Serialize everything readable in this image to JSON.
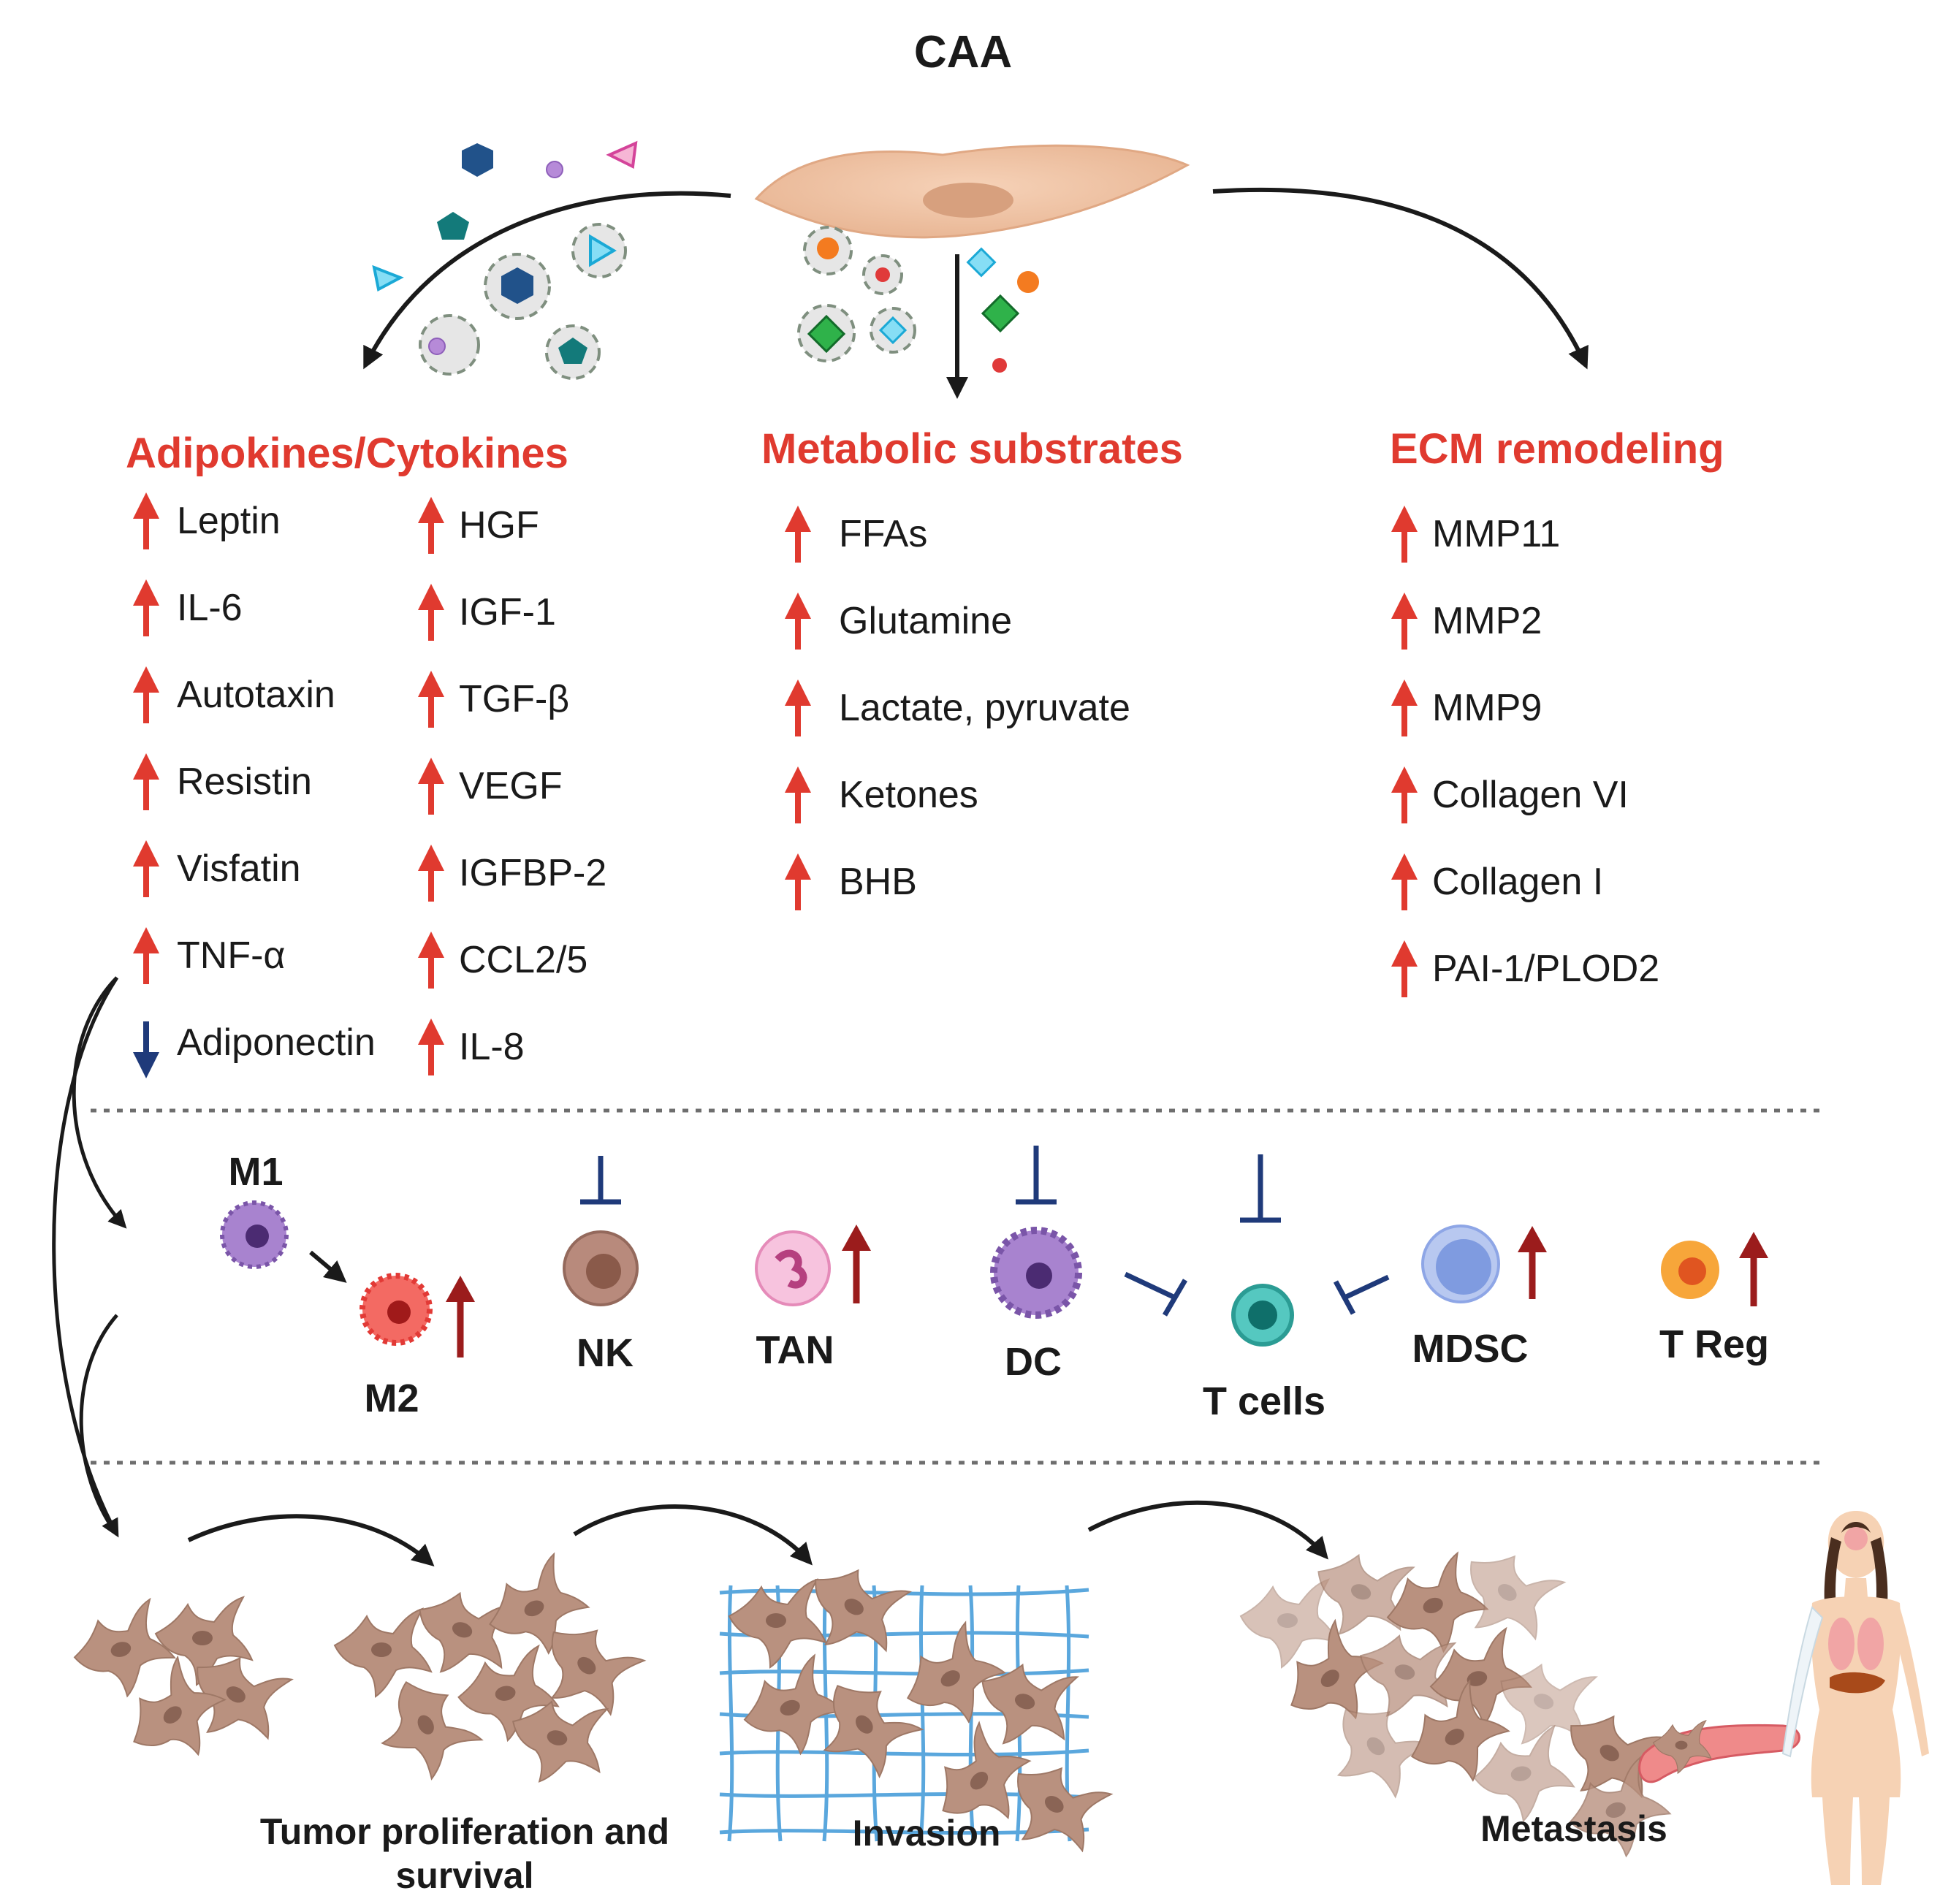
{
  "title": "CAA",
  "colors": {
    "heading": "#e03a2f",
    "up_arrow": "#e03a2f",
    "down_arrow": "#1f3a7a",
    "immune_arrow": "#9b1c1c",
    "inhibit": "#1f3a7a",
    "tumor_cell": "#b9917f",
    "caa_cell": "#efc3a4",
    "mesh": "#5aa7dd"
  },
  "groups": {
    "adipokines": {
      "heading": "Adipokines/Cytokines",
      "col1": [
        {
          "label": "Leptin",
          "dir": "up"
        },
        {
          "label": "IL-6",
          "dir": "up"
        },
        {
          "label": "Autotaxin",
          "dir": "up"
        },
        {
          "label": "Resistin",
          "dir": "up"
        },
        {
          "label": "Visfatin",
          "dir": "up"
        },
        {
          "label": "TNF-α",
          "dir": "up"
        },
        {
          "label": "Adiponectin",
          "dir": "down"
        }
      ],
      "col2": [
        {
          "label": "HGF",
          "dir": "up"
        },
        {
          "label": "IGF-1",
          "dir": "up"
        },
        {
          "label": "TGF-β",
          "dir": "up"
        },
        {
          "label": "VEGF",
          "dir": "up"
        },
        {
          "label": "IGFBP-2",
          "dir": "up"
        },
        {
          "label": "CCL2/5",
          "dir": "up"
        },
        {
          "label": "IL-8",
          "dir": "up"
        }
      ]
    },
    "metabolic": {
      "heading": "Metabolic substrates",
      "items": [
        {
          "label": "FFAs",
          "dir": "up"
        },
        {
          "label": "Glutamine",
          "dir": "up"
        },
        {
          "label": "Lactate, pyruvate",
          "dir": "up"
        },
        {
          "label": "Ketones",
          "dir": "up"
        },
        {
          "label": "BHB",
          "dir": "up"
        }
      ]
    },
    "ecm": {
      "heading": "ECM remodeling",
      "items": [
        {
          "label": "MMP11",
          "dir": "up"
        },
        {
          "label": "MMP2",
          "dir": "up"
        },
        {
          "label": "MMP9",
          "dir": "up"
        },
        {
          "label": "Collagen VI",
          "dir": "up"
        },
        {
          "label": "Collagen I",
          "dir": "up"
        },
        {
          "label": "PAI-1/PLOD2",
          "dir": "up"
        }
      ]
    }
  },
  "immune_cells": {
    "m1": "M1",
    "m2": "M2",
    "nk": "NK",
    "tan": "TAN",
    "dc": "DC",
    "tcells": "T cells",
    "mdsc": "MDSC",
    "treg": "T Reg"
  },
  "stages": {
    "proliferation_line1": "Tumor proliferation and",
    "proliferation_line2": "survival",
    "invasion": "Invasion",
    "metastasis": "Metastasis"
  }
}
